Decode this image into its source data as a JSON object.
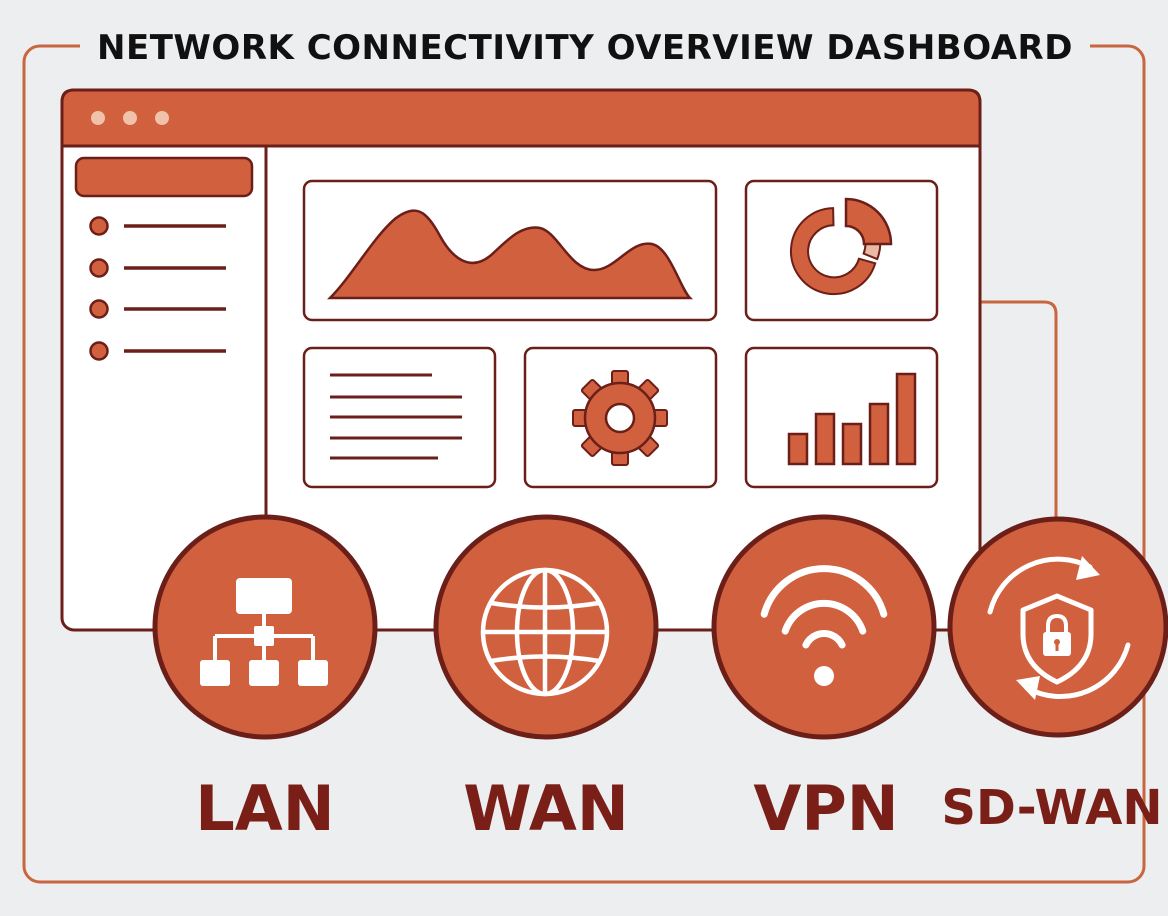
{
  "title": "NETWORK CONNECTIVITY OVERVIEW DASHBOARD",
  "colors": {
    "accent": "#d0603e",
    "accent_light": "#e8b9a4",
    "outline": "#6b1f18",
    "frame": "#c9663f",
    "text_dark": "#111111",
    "label_text": "#7a1f17",
    "background": "#eceef0",
    "panel_bg": "#ffffff"
  },
  "dashboard": {
    "window_dots": 3,
    "sidebar_items": 4,
    "bar_chart_values": [
      3,
      5,
      4,
      6,
      9
    ],
    "panels": [
      "area-chart",
      "donut-chart",
      "text-lines",
      "settings-gear",
      "bar-chart"
    ]
  },
  "connections": [
    {
      "label": "LAN",
      "icon": "network-hierarchy-icon"
    },
    {
      "label": "WAN",
      "icon": "globe-icon"
    },
    {
      "label": "VPN",
      "icon": "wifi-icon"
    },
    {
      "label": "SD-WAN",
      "icon": "shield-lock-sync-icon"
    }
  ]
}
